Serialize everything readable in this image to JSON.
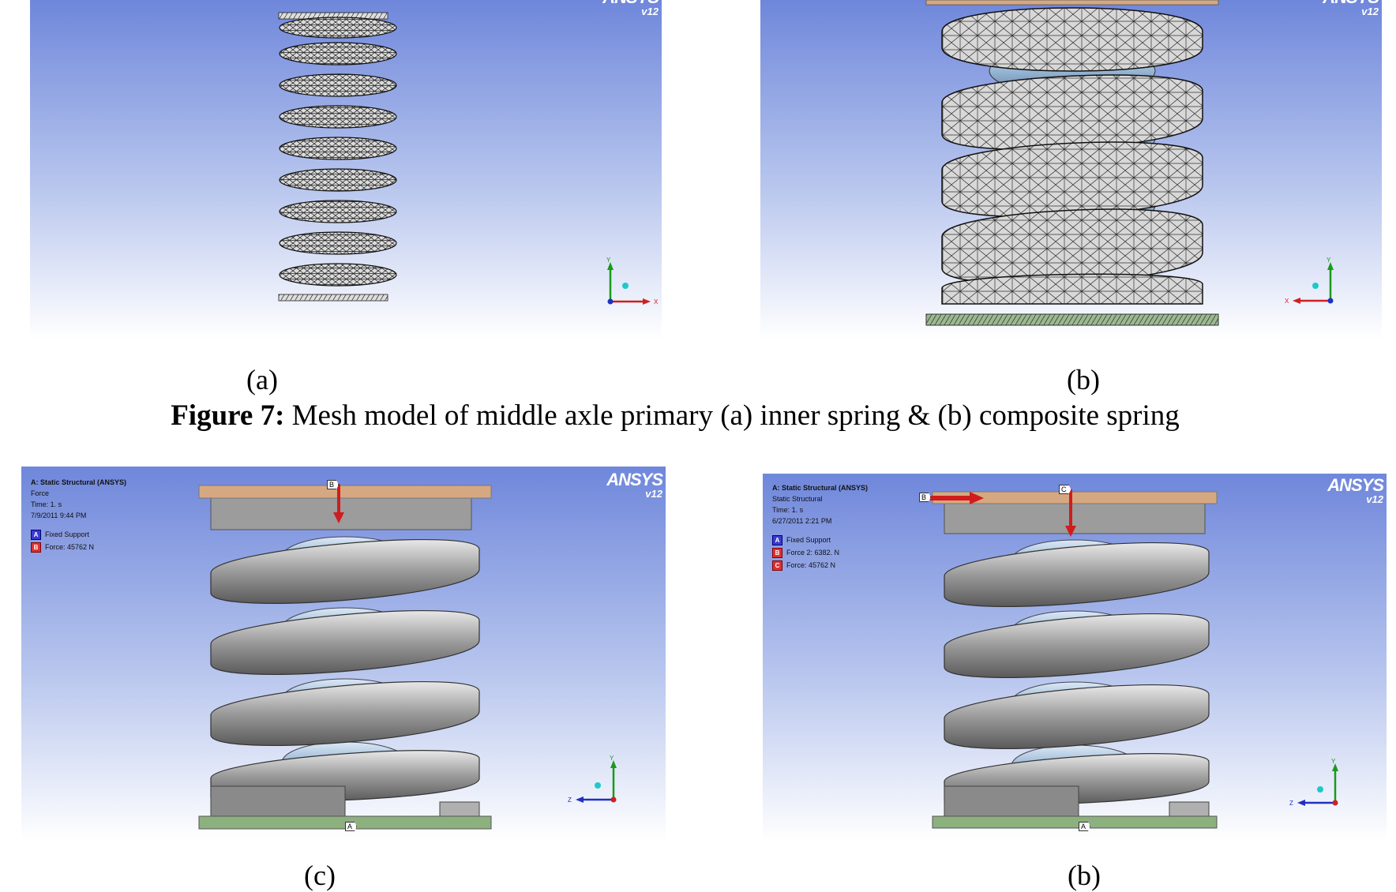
{
  "figure7": {
    "label_a": "(a)",
    "label_b": "(b)",
    "caption_bold": "Figure 7:",
    "caption_text": " Mesh model of middle axle primary (a) inner spring & (b) composite spring"
  },
  "logo": {
    "brand": "ANSYS",
    "version": "v12"
  },
  "panel_c": {
    "title": "A: Static Structural (ANSYS)",
    "lines": [
      "Force",
      "Time: 1. s",
      "7/9/2011 9:44 PM"
    ],
    "legend": [
      {
        "key": "A",
        "label": "Fixed Support",
        "color": "blue"
      },
      {
        "key": "B",
        "label": "Force: 45762 N",
        "color": "red"
      }
    ],
    "tags": {
      "top": "B",
      "bottom": "A"
    }
  },
  "panel_d": {
    "title": "A: Static Structural (ANSYS)",
    "lines": [
      "Static Structural",
      "Time: 1. s",
      "6/27/2011 2:21 PM"
    ],
    "legend": [
      {
        "key": "A",
        "label": "Fixed Support",
        "color": "blue"
      },
      {
        "key": "B",
        "label": "Force 2: 6382. N",
        "color": "red"
      },
      {
        "key": "C",
        "label": "Force: 45762 N",
        "color": "red"
      }
    ],
    "tags": {
      "left": "B",
      "top": "C",
      "bottom": "A"
    }
  },
  "triad_a": {
    "y": "Y",
    "x": "X"
  },
  "triad_b": {
    "y": "Y",
    "x": "X"
  },
  "triad_c": {
    "y": "Y",
    "z": "Z"
  },
  "triad_d": {
    "y": "Y",
    "z": "Z"
  },
  "bottom_labels": {
    "c": "(c)",
    "d": "(b)"
  },
  "colors": {
    "bg_top": "#7088dc",
    "bg_bottom": "#ffffff",
    "outer_spring": "#9a9a9a",
    "inner_spring": "#a8c4e0",
    "plate_top": "#d6a882",
    "plate_bottom": "#8db07f",
    "force": "#d01c1c"
  }
}
